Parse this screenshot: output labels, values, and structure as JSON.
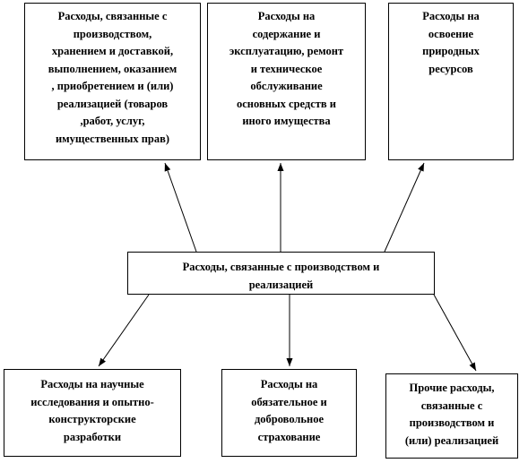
{
  "diagram": {
    "top_boxes": [
      {
        "id": "top-left",
        "lines": [
          "Расходы, связанные с",
          "производством,",
          "хранением и доставкой,",
          "выполнением, оказанием",
          ", приобретением и (или)",
          "реализацией (товаров",
          ",работ, услуг,",
          "имущественных прав)"
        ]
      },
      {
        "id": "top-mid",
        "lines": [
          "Расходы на",
          "содержание и",
          "эксплуатацию, ремонт",
          "и техническое",
          "обслуживание",
          "основных средств и",
          "иного имущества"
        ]
      },
      {
        "id": "top-right",
        "lines": [
          "Расходы на",
          "освоение",
          "природных",
          "ресурсов"
        ]
      }
    ],
    "center_box": {
      "lines": [
        "Расходы, связанные с производством и",
        "реализацией"
      ]
    },
    "bottom_boxes": [
      {
        "id": "bottom-left",
        "lines": [
          "Расходы на научные",
          "исследования и опытно-",
          "конструкторские",
          "разработки"
        ]
      },
      {
        "id": "bottom-mid",
        "lines": [
          "Расходы на",
          "обязательное и",
          "добровольное",
          "страхование"
        ]
      },
      {
        "id": "bottom-right",
        "lines": [
          "Прочие расходы,",
          "связанные с",
          "производством и",
          "(или) реализацией"
        ]
      }
    ]
  }
}
